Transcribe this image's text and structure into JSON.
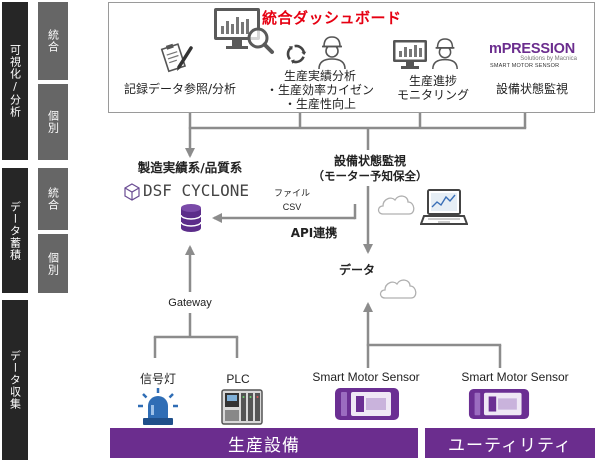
{
  "colors": {
    "title_red": "#e60012",
    "purple": "#6b2d8e",
    "layer_dark": "#262626",
    "layer_gray": "#666666",
    "line_gray": "#8c8c8c"
  },
  "layers": {
    "visualization": {
      "label": "可視化/分析",
      "integrated": "統合",
      "individual": "個別"
    },
    "storage": {
      "label": "データ蓄積",
      "integrated": "統合",
      "individual": "個別"
    },
    "collection": {
      "label": "データ収集"
    }
  },
  "dashboard": {
    "icon": "dashboard-monitor-icon",
    "title": "統合ダッシュボード",
    "items": [
      {
        "icon": "clipboard-pen-icon",
        "lines": [
          "記録データ参照/分析"
        ]
      },
      {
        "icon": "cycle-worker-icon",
        "lines": [
          "生産実績分析",
          "・生産効率カイゼン",
          "・生産性向上"
        ]
      },
      {
        "icon": "monitor-worker-icon",
        "lines": [
          "生産進捗",
          "モニタリング"
        ]
      },
      {
        "icon": "mpression-logo",
        "lines": [
          "設備状態監視"
        ]
      }
    ],
    "mpression": {
      "brand": "mPRESSION",
      "tagline": "Solutions by Macnica",
      "product": "SMART MOTOR SENSOR"
    }
  },
  "storage": {
    "dsf_title": "製造実績系/品質系",
    "dsf_logo": "DSF CYCLONE",
    "file_transfer": [
      "ファイル",
      "CSV"
    ],
    "api_label": "API連携",
    "monitoring": [
      "設備状態監視",
      "（モーター予知保全）"
    ],
    "data_label": "データ"
  },
  "collection": {
    "gateway": "Gateway",
    "devices": [
      {
        "label": "信号灯",
        "icon": "signal-tower-icon"
      },
      {
        "label": "PLC",
        "icon": "plc-icon"
      },
      {
        "label": "Smart Motor Sensor",
        "icon": "smart-motor-sensor-icon"
      },
      {
        "label": "Smart Motor Sensor",
        "icon": "smart-motor-sensor-icon"
      }
    ]
  },
  "equipment": {
    "production": "生産設備",
    "utility": "ユーティリティ"
  }
}
